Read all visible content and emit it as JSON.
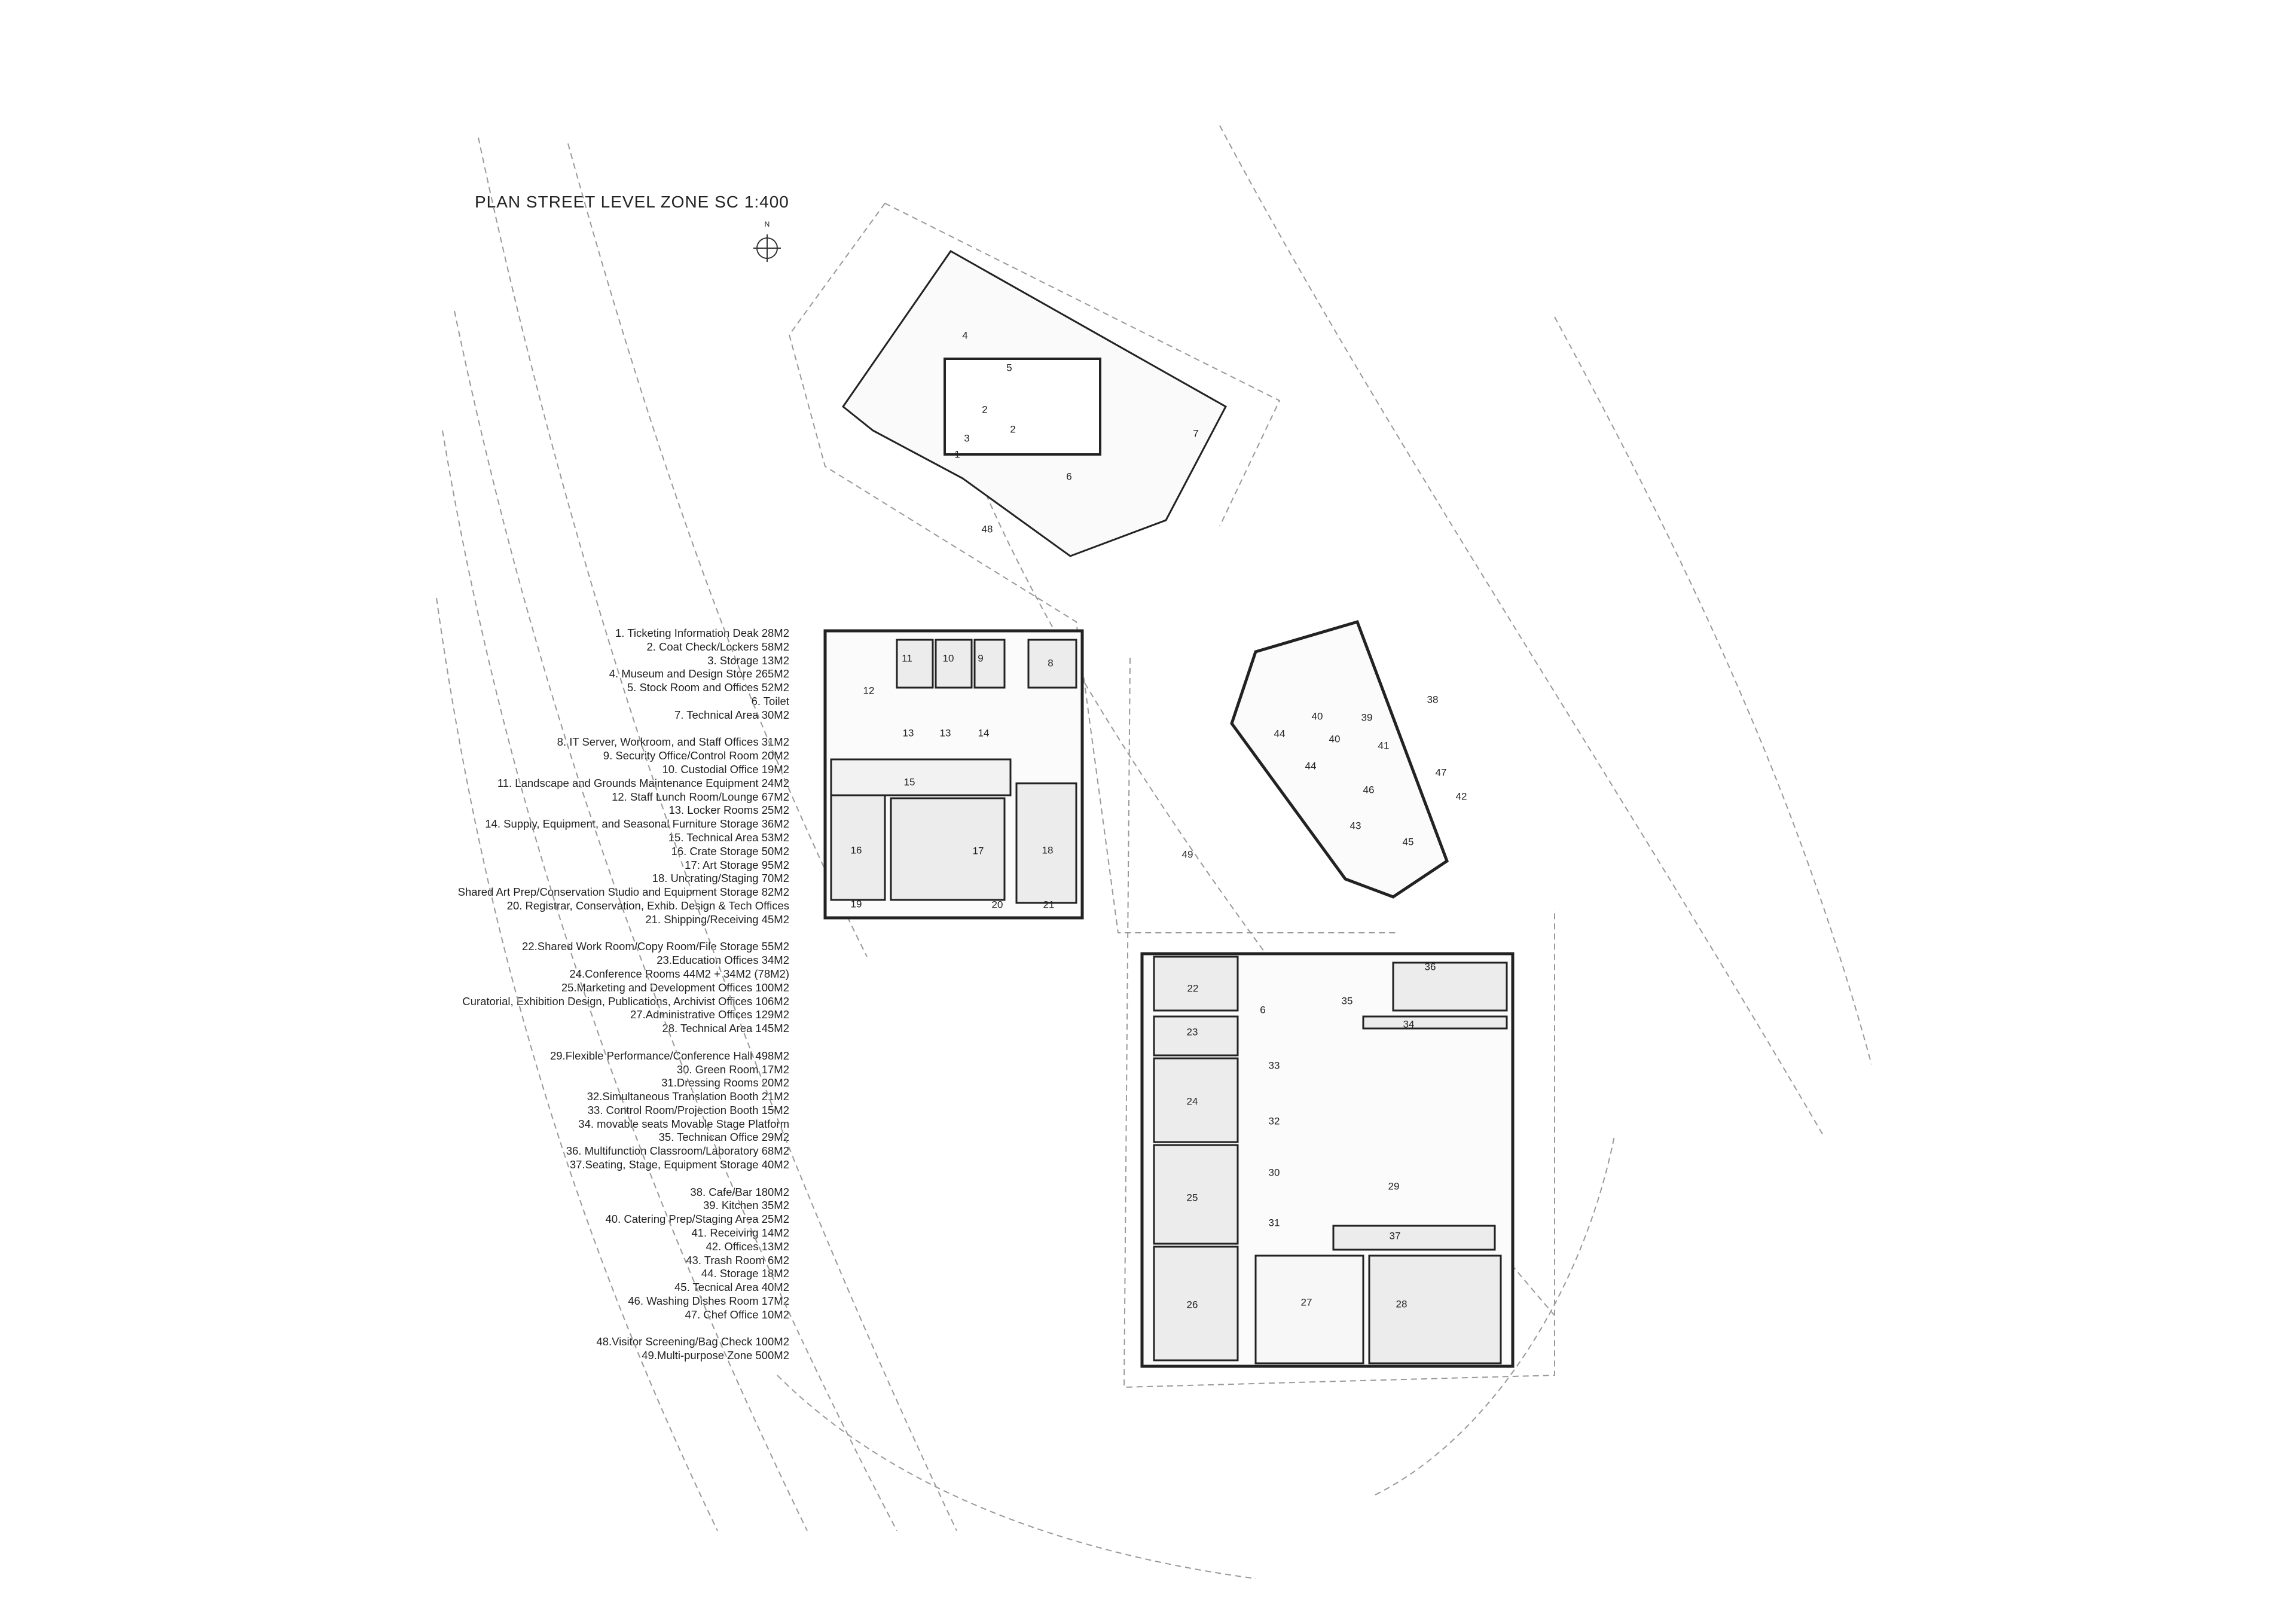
{
  "title": "PLAN STREET LEVEL ZONE    SC  1:400",
  "north_label": "N",
  "legend": [
    [
      "1. Ticketing Information Deak 28M2",
      "2. Coat Check/Lockers   58M2",
      "3. Storage 13M2",
      "4. Museum and Design Store  265M2",
      "5. Stock Room and Offices 52M2",
      "6. Toilet",
      "7. Technical Area 30M2"
    ],
    [
      "8. IT Server, Workroom, and Staff Offices 31M2",
      "9. Security Office/Control Room 20M2",
      "10. Custodial Office 19M2",
      "11. Landscape and Grounds Maintenance Equipment 24M2",
      "12. Staff Lunch Room/Lounge 67M2",
      "13. Locker Rooms 25M2",
      "14. Supply, Equipment, and Seasonal Furniture Storage 36M2",
      "15. Technical Area 53M2",
      "16. Crate Storage 50M2",
      "17: Art Storage 95M2",
      "18. Uncrating/Staging 70M2",
      "Shared Art Prep/Conservation Studio and Equipment Storage 82M2",
      "20. Registrar, Conservation, Exhib. Design & Tech Offices",
      "21. Shipping/Receiving 45M2"
    ],
    [
      "22.Shared Work Room/Copy Room/File Storage 55M2",
      "23.Education Offices 34M2",
      "24.Conference Rooms 44M2 + 34M2 (78M2)",
      "25.Marketing and Development Offices 100M2",
      "Curatorial, Exhibition Design, Publications, Archivist Offices 106M2",
      "27.Administrative Offices 129M2",
      "28. Technical Area 145M2"
    ],
    [
      "29.Flexible Performance/Conference Hall 498M2",
      "30. Green Room 17M2",
      "31.Dressing Rooms 20M2",
      "32.Simultaneous Translation Booth 21M2",
      "33. Control Room/Projection Booth 15M2",
      "34. movable seats Movable Stage Platform",
      "35. Technican Office 29M2",
      "36. Multifunction Classroom/Laboratory 68M2",
      "37.Seating, Stage, Equipment Storage 40M2"
    ],
    [
      "38. Cafe/Bar 180M2",
      "39. Kitchen 35M2",
      "40. Catering Prep/Staging Area 25M2",
      "41. Receiving 14M2",
      "42. Offices 13M2",
      "43. Trash Room 6M2",
      "44. Storage 18M2",
      "45. Tecnical Area 40M2",
      "46. Washing Dishes Room 17M2",
      "47. Chef Office 10M2"
    ],
    [
      "48.Visitor Screening/Bag Check 100M2",
      "49.Multi-purpose Zone 500M2"
    ]
  ],
  "room_labels": {
    "r1": "1",
    "r2a": "2",
    "r2b": "2",
    "r3": "3",
    "r4": "4",
    "r5": "5",
    "r6": "6",
    "r7": "7",
    "r8": "8",
    "r9": "9",
    "r10": "10",
    "r11": "11",
    "r12": "12",
    "r13a": "13",
    "r13b": "13",
    "r14": "14",
    "r15": "15",
    "r16": "16",
    "r17": "17",
    "r18": "18",
    "r19": "19",
    "r20": "20",
    "r21": "21",
    "r22": "22",
    "r23": "23",
    "r24": "24",
    "r25": "25",
    "r26": "26",
    "r27": "27",
    "r28": "28",
    "r29": "29",
    "r30": "30",
    "r31": "31",
    "r32": "32",
    "r33": "33",
    "r34": "34",
    "r35": "35",
    "r36": "36",
    "r37": "37",
    "r38": "38",
    "r39": "39",
    "r40a": "40",
    "r40b": "40",
    "r41": "41",
    "r42": "42",
    "r43": "43",
    "r44a": "44",
    "r44b": "44",
    "r45": "45",
    "r46": "46",
    "r47": "47",
    "r48": "48",
    "r49": "49",
    "r6b": "6"
  }
}
